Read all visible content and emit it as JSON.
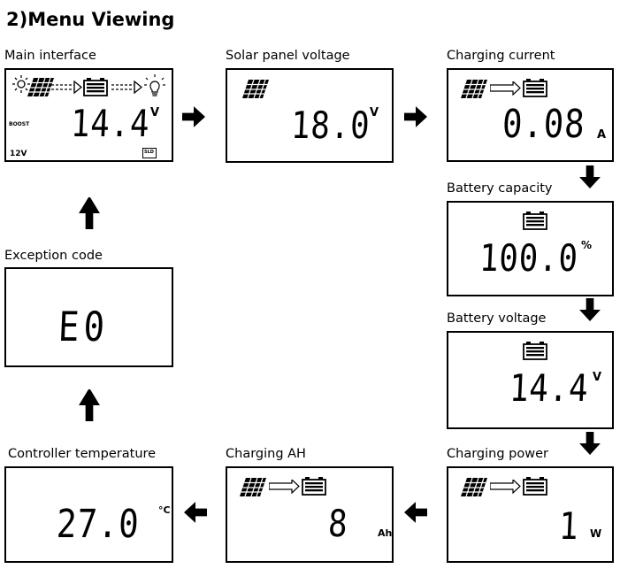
{
  "title": "2)Menu Viewing",
  "screens": {
    "main": {
      "label": "Main interface",
      "value": "14.4",
      "unit": "V",
      "mode": "BOOST",
      "system_voltage": "12V",
      "battery_type": "SLD"
    },
    "solar": {
      "label": "Solar panel voltage",
      "value": "18.0",
      "unit": "V"
    },
    "current": {
      "label": "Charging current",
      "value": "0.08",
      "unit": "A"
    },
    "capacity": {
      "label": "Battery capacity",
      "value": "100.0",
      "unit": "%"
    },
    "bvolt": {
      "label": "Battery voltage",
      "value": "14.4",
      "unit": "V"
    },
    "power": {
      "label": "Charging power",
      "value": "1",
      "unit": "W"
    },
    "ah": {
      "label": "Charging AH",
      "value": "8",
      "unit": "Ah"
    },
    "temp": {
      "label": "Controller temperature",
      "value": "27.0",
      "unit": "°C"
    },
    "error": {
      "label": "Exception code",
      "value": "E0"
    }
  },
  "icons": [
    "sun-icon",
    "solar-panel-icon",
    "battery-icon",
    "light-bulb-icon",
    "dashed-flow-arrow-icon",
    "hollow-flow-arrow-icon",
    "flow-arrow-icon"
  ]
}
